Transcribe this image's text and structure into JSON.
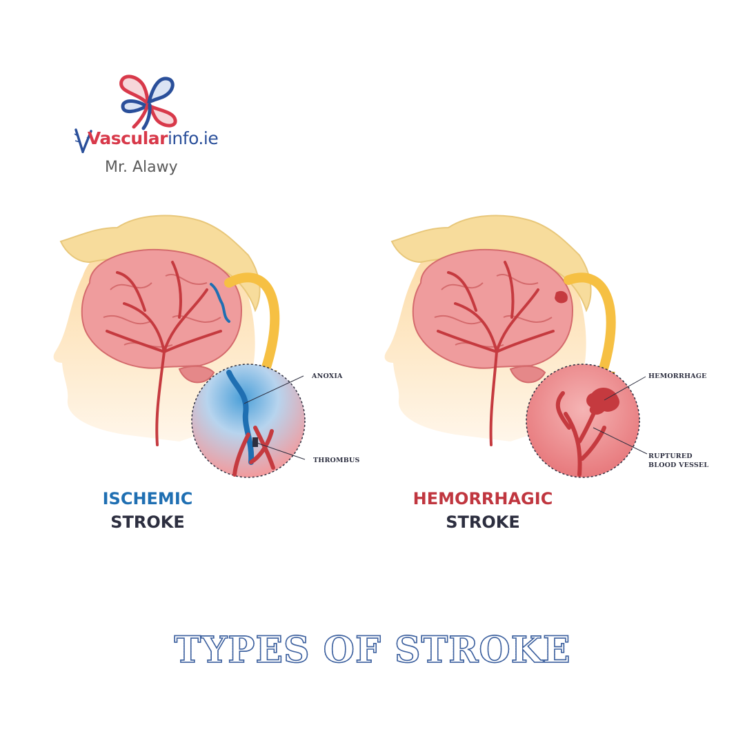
{
  "logo": {
    "wordmark_lead": "Vascular",
    "wordmark_tail": "info.ie",
    "subtitle": "Mr. Alawy",
    "colors": {
      "red": "#d8394a",
      "blue": "#2a4f9a"
    }
  },
  "panels": [
    {
      "type_label": "ISCHEMIC",
      "stroke_label": "STROKE",
      "type_color": "#1f6fb2",
      "callouts": [
        "ANOXIA",
        "THROMBUS"
      ]
    },
    {
      "type_label": "HEMORRHAGIC",
      "stroke_label": "STROKE",
      "type_color": "#c0363f",
      "callouts": [
        "HEMORRHAGE",
        "RUPTURED",
        "BLOOD VESSEL"
      ]
    }
  ],
  "title": "TYPES OF STROKE",
  "colors": {
    "hair": "#f7dc9c",
    "skin": "#fde3b8",
    "brain": "#ef9c9d",
    "vessel": "#c53a3f",
    "arrow": "#f6c043",
    "stroke_text": "#2c2e3f"
  }
}
